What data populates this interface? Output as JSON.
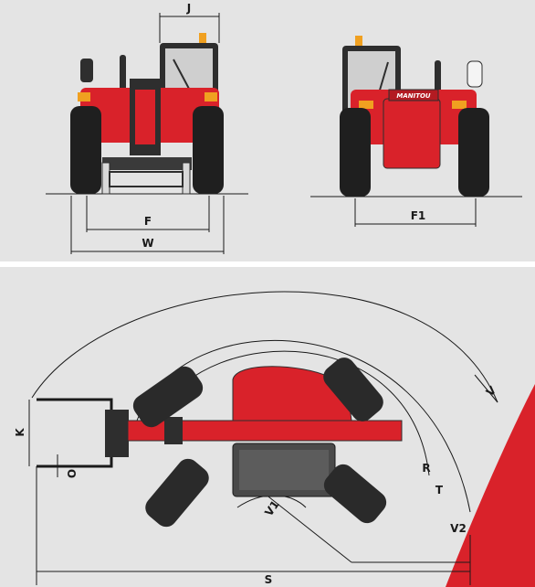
{
  "colors": {
    "background": "#e4e4e4",
    "divider": "#ffffff",
    "machine_red": "#d9222a",
    "machine_dark": "#2e2e2e",
    "tyre": "#1f1f1f",
    "line": "#1a1a1a",
    "amber_light": "#f0a020"
  },
  "brand_logo": "MANITOU",
  "labels": {
    "J": "J",
    "F": "F",
    "W": "W",
    "F1": "F1",
    "K": "K",
    "O": "O",
    "V": "V",
    "R": "R",
    "T": "T",
    "V1": "V1",
    "V2": "V2",
    "S": "S"
  }
}
